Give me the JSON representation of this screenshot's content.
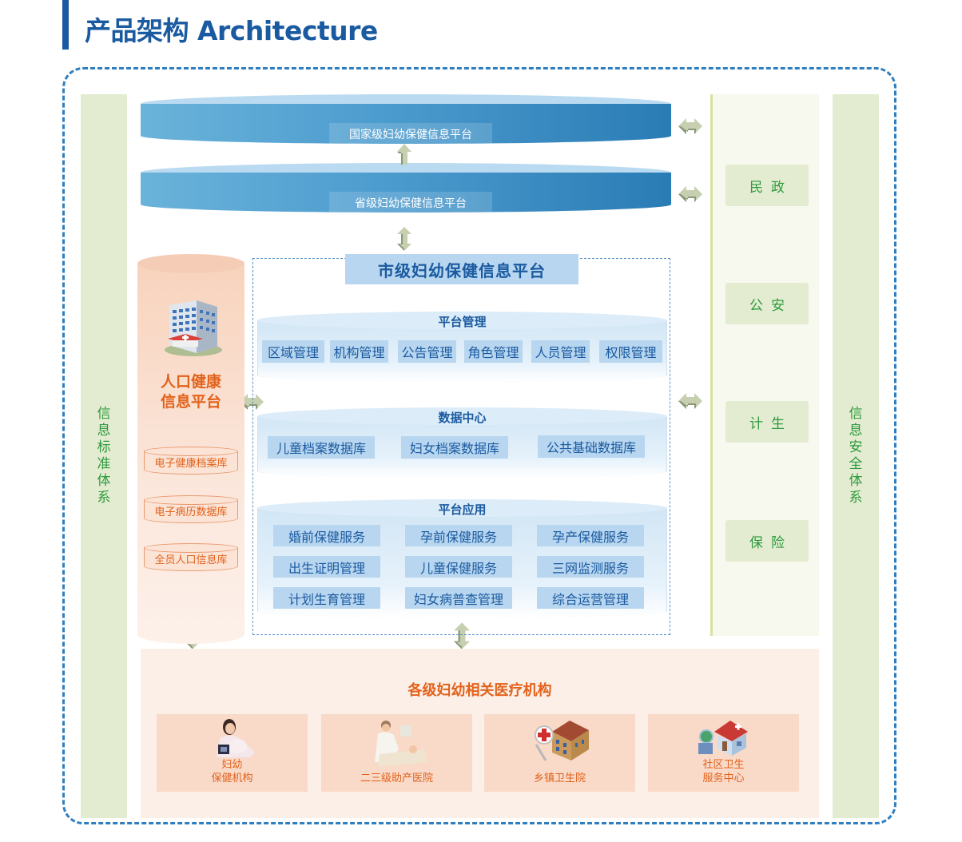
{
  "header": {
    "title": "产品架构 Architecture"
  },
  "colors": {
    "brand_blue": "#1a5aa0",
    "frame_dashed": "#2f7fc0",
    "system_green": "#2d9a3e",
    "population_orange": "#e2621b"
  },
  "side_systems": {
    "left": "信息标准体系",
    "right": "信息安全体系"
  },
  "external_departments": [
    {
      "label": "民政",
      "icon": "bidirectional-arrow-icon"
    },
    {
      "label": "公安",
      "icon": "bidirectional-arrow-icon"
    },
    {
      "label": "计生",
      "icon": "bidirectional-arrow-icon"
    },
    {
      "label": "保险",
      "icon": ""
    }
  ],
  "national_platform": "国家级妇幼保健信息平台",
  "provincial_platform": "省级妇幼保健信息平台",
  "city_platform": {
    "title": "市级妇幼保健信息平台",
    "platform_management": {
      "title": "平台管理",
      "items": [
        "区域管理",
        "机构管理",
        "公告管理",
        "角色管理",
        "人员管理",
        "权限管理"
      ]
    },
    "data_center": {
      "title": "数据中心",
      "items": [
        "儿童档案数据库",
        "妇女档案数据库",
        "公共基础数据库"
      ]
    },
    "platform_applications": {
      "title": "平台应用",
      "items": [
        "婚前保健服务",
        "孕前保健服务",
        "孕产保健服务",
        "出生证明管理",
        "儿童保健服务",
        "三网监测服务",
        "计划生育管理",
        "妇女病普查管理",
        "综合运营管理"
      ]
    }
  },
  "population_platform": {
    "title_line1": "人口健康",
    "title_line2": "信息平台",
    "databases": [
      "电子健康档案库",
      "电子病历数据库",
      "全员人口信息库"
    ]
  },
  "medical_institutions": {
    "title": "各级妇幼相关医疗机构",
    "items": [
      {
        "line1": "妇幼",
        "line2": "保健机构",
        "icon": "pregnant-woman-icon"
      },
      {
        "line1": "二三级助产医院",
        "line2": "",
        "icon": "doctor-ultrasound-icon"
      },
      {
        "line1": "乡镇卫生院",
        "line2": "",
        "icon": "township-hospital-icon"
      },
      {
        "line1": "社区卫生",
        "line2": "服务中心",
        "icon": "community-clinic-icon"
      }
    ]
  }
}
